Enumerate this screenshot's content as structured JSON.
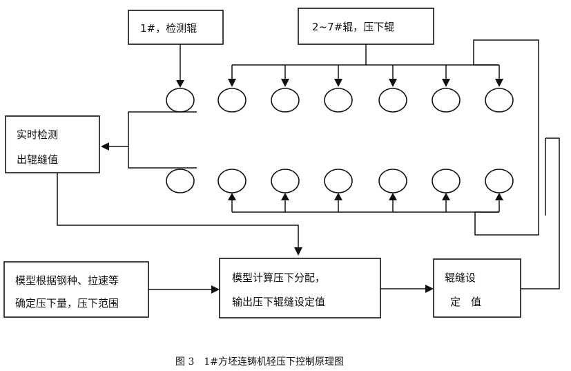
{
  "boxes": {
    "detect_roll": "1#，检测辊",
    "press_rolls": "2~7#辊，压下辊",
    "realtime_line1": "实时检测",
    "realtime_line2": "出辊缝值",
    "model_basis_line1": "模型根据钢种、拉速等",
    "model_basis_line2": "确定压下量，压下范围",
    "model_calc_line1": "模型计算压下分配，",
    "model_calc_line2": "输出压下辊缝设定值",
    "gap_set_line1": "辊缝设",
    "gap_set_line2": "定　值"
  },
  "caption": "图 3　1#方坯连铸机轻压下控制原理图"
}
